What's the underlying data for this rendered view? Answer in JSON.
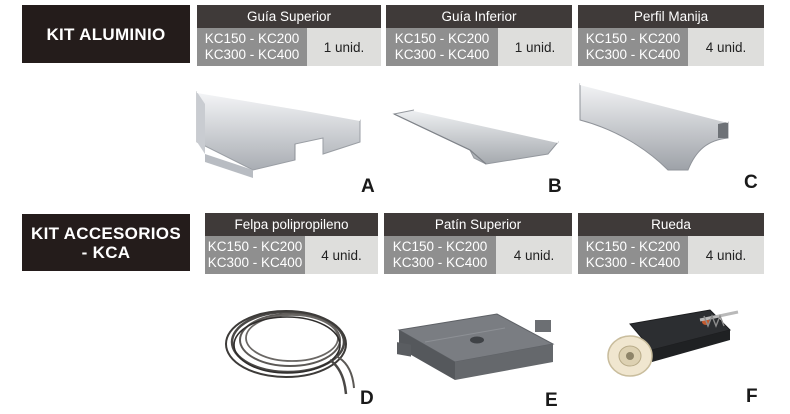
{
  "kits": [
    {
      "label_lines": [
        "KIT ALUMINIO"
      ]
    },
    {
      "label_lines": [
        "KIT ACCESORIOS",
        "- KCA"
      ]
    }
  ],
  "cards": [
    {
      "title": "Guía Superior",
      "models": [
        "KC150 - KC200",
        "KC300 - KC400"
      ],
      "quantity": "1 unid."
    },
    {
      "title": "Guía Inferior",
      "models": [
        "KC150 - KC200",
        "KC300 - KC400"
      ],
      "quantity": "1 unid."
    },
    {
      "title": "Perfil Manija",
      "models": [
        "KC150 - KC200",
        "KC300 - KC400"
      ],
      "quantity": "4 unid."
    },
    {
      "title": "Felpa polipropileno",
      "models": [
        "KC150 - KC200",
        "KC300 - KC400"
      ],
      "quantity": "4 unid."
    },
    {
      "title": "Patín Superior",
      "models": [
        "KC150 - KC200",
        "KC300 - KC400"
      ],
      "quantity": "4 unid."
    },
    {
      "title": "Rueda",
      "models": [
        "KC150 - KC200",
        "KC300 - KC400"
      ],
      "quantity": "4 unid."
    }
  ],
  "products": [
    {
      "letter": "A",
      "icon": "upper-track-icon"
    },
    {
      "letter": "B",
      "icon": "lower-track-icon"
    },
    {
      "letter": "C",
      "icon": "handle-profile-icon"
    },
    {
      "letter": "D",
      "icon": "brush-seal-coil-icon"
    },
    {
      "letter": "E",
      "icon": "top-slider-icon"
    },
    {
      "letter": "F",
      "icon": "roller-wheel-icon"
    }
  ],
  "colors": {
    "kit_label_bg": "#241c1b",
    "card_title_bg": "#3f3a39",
    "card_models_bg": "#8f8f8f",
    "card_qty_bg": "#dededc"
  }
}
